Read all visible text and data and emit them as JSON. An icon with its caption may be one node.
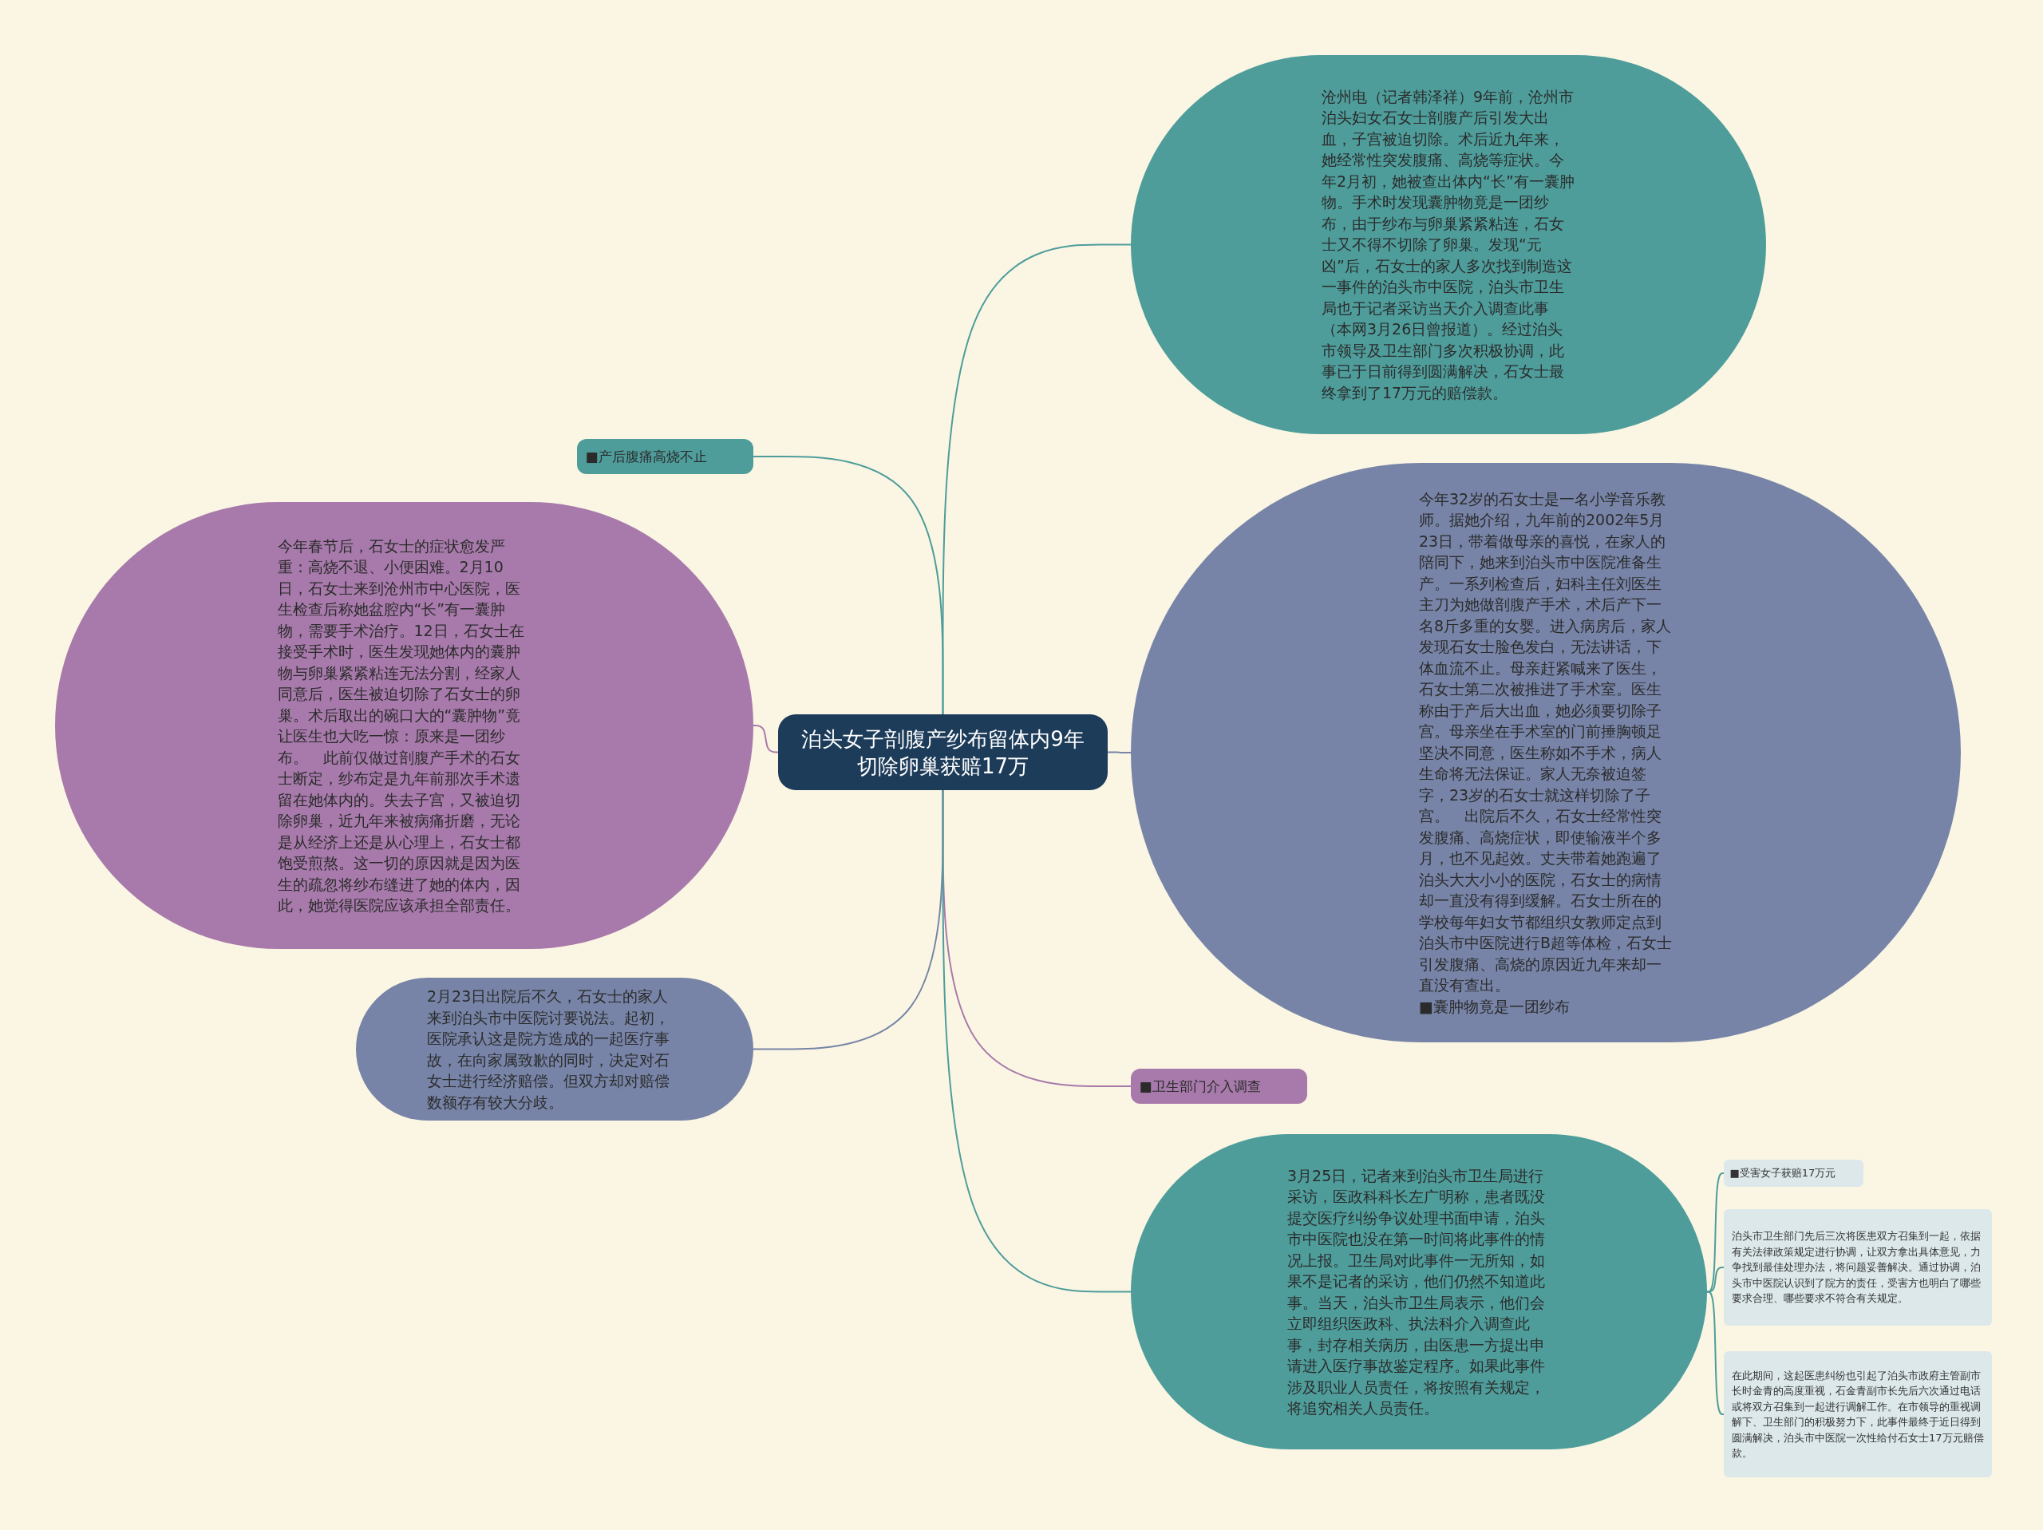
{
  "diagram": {
    "nodes": [
      {
        "text": [
          "泊头女子剖腹产纱布留体内9年切除卵巢获赔17万"
        ]
      },
      {
        "text": [
          "沧州电（记者韩泽祥）9年前，沧州市泊头妇女石女士剖腹产后引发大出血，子宫被迫切除。术后近九年来，她经常性突发腹痛、高烧等症状。今年2月初，她被查出体内“长”有一囊肿物。手术时发现囊肿物竟是一团纱布，由于纱布与卵巢紧紧粘连，石女士又不得不切除了卵巢。发现“元凶”后，石女士的家人多次找到制造这一事件的泊头市中医院，泊头市卫生局也于记者采访当天介入调查此事（本网3月26日曾报道）。经过泊头市领导及卫生部门多次积极协调，此事已于日前得到圆满解决，石女士最终拿到了17万元的赔偿款。"
        ]
      },
      {
        "text": [
          "■产后腹痛高烧不止"
        ]
      },
      {
        "text": [
          "今年春节后，石女士的症状愈发严重：高烧不退、小便困难。2月10日，石女士来到沧州市中心医院，医生检查后称她盆腔内“长”有一囊肿物，需要手术治疗。12日，石女士在接受手术时，医生发现她体内的囊肿物与卵巢紧紧粘连无法分割，经家人同意后，医生被迫切除了石女士的卵巢。术后取出的碗口大的“囊肿物”竟让医生也大吃一惊：原来是一团纱布。　此前仅做过剖腹产手术的石女士断定，纱布定是九年前那次手术遗留在她体内的。失去子宫，又被迫切除卵巢，近九年来被病痛折磨，无论是从经济上还是从心理上，石女士都饱受煎熬。这一切的原因就是因为医生的疏忽将纱布缝进了她的体内，因此，她觉得医院应该承担全部责任。"
        ]
      },
      {
        "text": [
          "2月23日出院后不久，石女士的家人来到泊头市中医院讨要说法。起初，医院承认这是院方造成的一起医疗事故，在向家属致歉的同时，决定对石女士进行经济赔偿。但双方却对赔偿数额存有较大分歧。"
        ]
      },
      {
        "text": [
          "今年32岁的石女士是一名小学音乐教师。据她介绍，九年前的2002年5月23日，带着做母亲的喜悦，在家人的陪同下，她来到泊头市中医院准备生产。一系列检查后，妇科主任刘医生主刀为她做剖腹产手术，术后产下一名8斤多重的女婴。进入病房后，家人发现石女士脸色发白，无法讲话，下体血流不止。母亲赶紧喊来了医生，石女士第二次被推进了手术室。医生称由于产后大出血，她必须要切除子宫。母亲坐在手术室的门前捶胸顿足坚决不同意，医生称如不手术，病人生命将无法保证。家人无奈被迫签字，23岁的石女士就这样切除了子宫。　出院后不久，石女士经常性突发腹痛、高烧症状，即使输液半个多月，也不见起效。丈夫带着她跑遍了泊头大大小小的医院，石女士的病情却一直没有得到缓解。石女士所在的学校每年妇女节都组织女教师定点到泊头市中医院进行B超等体检，石女士引发腹痛、高烧的原因近九年来却一直没有查出。",
          "■囊肿物竟是一团纱布"
        ]
      },
      {
        "text": [
          "■卫生部门介入调查"
        ]
      },
      {
        "text": [
          "3月25日，记者来到泊头市卫生局进行采访，医政科科长左广明称，患者既没提交医疗纠纷争议处理书面申请，泊头市中医院也没在第一时间将此事件的情况上报。卫生局对此事件一无所知，如果不是记者的采访，他们仍然不知道此事。当天，泊头市卫生局表示，他们会立即组织医政科、执法科介入调查此事，封存相关病历，由医患一方提出申请进入医疗事故鉴定程序。如果此事件涉及职业人员责任，将按照有关规定，将追究相关人员责任。"
        ]
      },
      {
        "text": [
          "■受害女子获赔17万元"
        ]
      },
      {
        "text": [
          "泊头市卫生部门先后三次将医患双方召集到一起，依据有关法律政策规定进行协调，让双方拿出具体意见，力争找到最佳处理办法，将问题妥善解决。通过协调，泊头市中医院认识到了院方的责任，受害方也明白了哪些要求合理、哪些要求不符合有关规定。"
        ]
      },
      {
        "text": [
          "在此期间，这起医患纠纷也引起了泊头市政府主管副市长时金青的高度重视，石金青副市长先后六次通过电话或将双方召集到一起进行调解工作。在市领导的重视调解下、卫生部门的积极努力下，此事件最终于近日得到圆满解决，泊头市中医院一次性给付石女士17万元赔偿款。"
        ]
      }
    ],
    "edges": [
      {
        "from": 0,
        "to": 1,
        "arrow": "none"
      },
      {
        "from": 0,
        "to": 2,
        "arrow": "none"
      },
      {
        "from": 0,
        "to": 3,
        "arrow": "none",
        "color": "#a77aab"
      },
      {
        "from": 0,
        "to": 4,
        "arrow": "none",
        "color": "#7784a7"
      },
      {
        "from": 0,
        "to": 5,
        "arrow": "none",
        "color": "#7784a7"
      },
      {
        "from": 0,
        "to": 6,
        "arrow": "none",
        "color": "#a77aab"
      },
      {
        "from": 0,
        "to": 7,
        "arrow": "none"
      },
      {
        "from": 7,
        "to": 8,
        "arrow": "none"
      },
      {
        "from": 7,
        "to": 9,
        "arrow": "none"
      },
      {
        "from": 7,
        "to": 10,
        "arrow": "none"
      }
    ]
  }
}
